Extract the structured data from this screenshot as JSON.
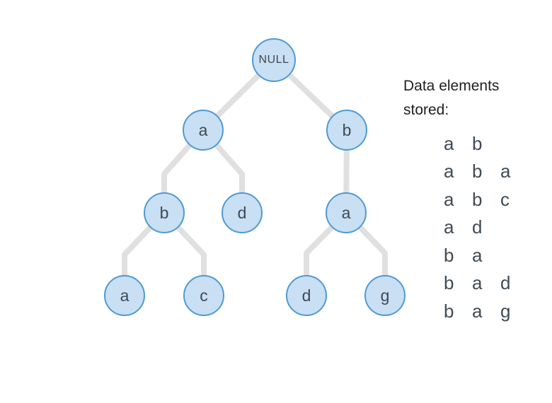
{
  "colors": {
    "node_fill": "#c9dff3",
    "node_border": "#4f9ad3",
    "edge": "#e0e0e0",
    "node_text": "#3d4a54",
    "heading_text": "#1f1f1f",
    "list_text": "#3f4b55"
  },
  "tree": {
    "nodes": [
      {
        "id": "null-root",
        "label": "NULL"
      },
      {
        "id": "a-level2-left",
        "label": "a"
      },
      {
        "id": "b-level2-right",
        "label": "b"
      },
      {
        "id": "b-level3",
        "label": "b"
      },
      {
        "id": "d-level3",
        "label": "d"
      },
      {
        "id": "a-level3",
        "label": "a"
      },
      {
        "id": "a-leaf",
        "label": "a"
      },
      {
        "id": "c-leaf",
        "label": "c"
      },
      {
        "id": "d-leaf",
        "label": "d"
      },
      {
        "id": "g-leaf",
        "label": "g"
      }
    ],
    "edges": [
      {
        "from": "null-root",
        "to": "a-level2-left"
      },
      {
        "from": "null-root",
        "to": "b-level2-right"
      },
      {
        "from": "a-level2-left",
        "to": "b-level3"
      },
      {
        "from": "a-level2-left",
        "to": "d-level3"
      },
      {
        "from": "b-level2-right",
        "to": "a-level3"
      },
      {
        "from": "b-level3",
        "to": "a-leaf"
      },
      {
        "from": "b-level3",
        "to": "c-leaf"
      },
      {
        "from": "a-level3",
        "to": "d-leaf"
      },
      {
        "from": "a-level3",
        "to": "g-leaf"
      }
    ]
  },
  "panel": {
    "heading_lines": [
      "Data elements",
      "stored:"
    ],
    "rows": [
      [
        "a",
        "b"
      ],
      [
        "a",
        "b",
        "a"
      ],
      [
        "a",
        "b",
        "c"
      ],
      [
        "a",
        "d"
      ],
      [
        "b",
        "a"
      ],
      [
        "b",
        "a",
        "d"
      ],
      [
        "b",
        "a",
        "g"
      ]
    ]
  }
}
